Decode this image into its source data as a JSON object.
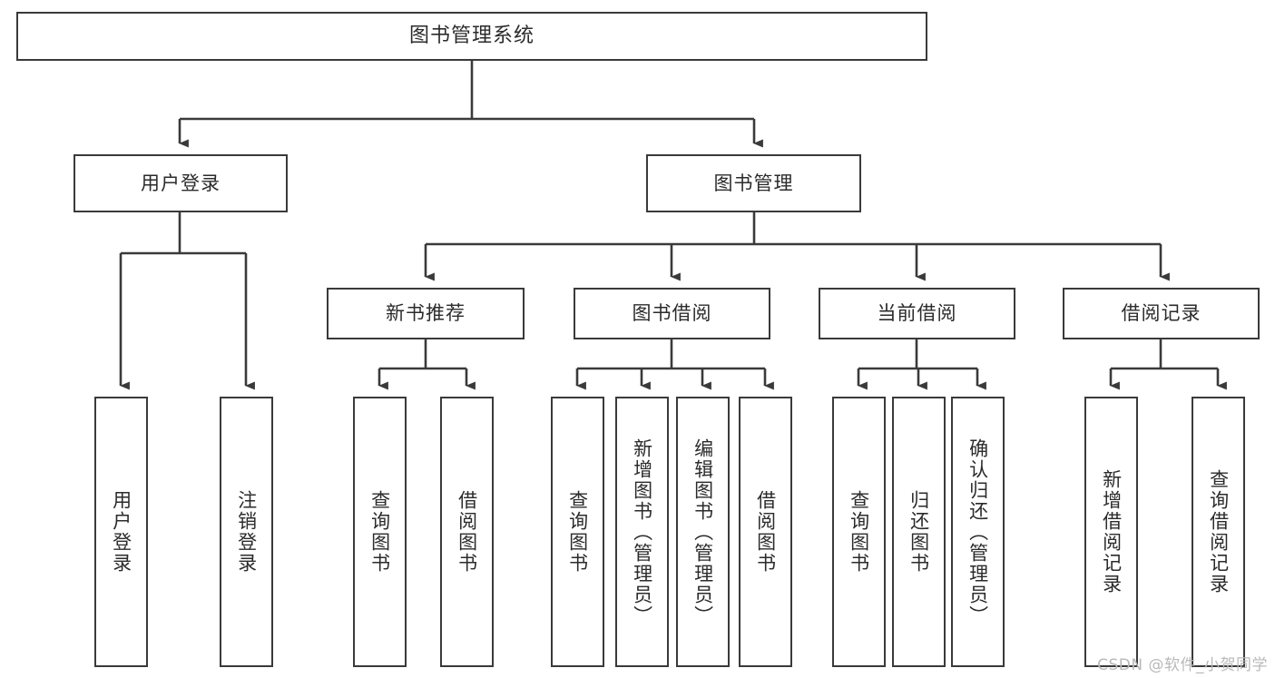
{
  "diagram": {
    "type": "tree",
    "title": "图书管理系统",
    "root": {
      "label": "图书管理系统"
    },
    "level2": [
      {
        "label": "用户登录"
      },
      {
        "label": "图书管理"
      }
    ],
    "level3": [
      {
        "label": "新书推荐"
      },
      {
        "label": "图书借阅"
      },
      {
        "label": "当前借阅"
      },
      {
        "label": "借阅记录"
      }
    ],
    "leaves": {
      "user_login": [
        {
          "label": "用户登录"
        },
        {
          "label": "注销登录"
        }
      ],
      "new_book_recommend": [
        {
          "label": "查询图书"
        },
        {
          "label": "借阅图书"
        }
      ],
      "book_borrow": [
        {
          "label": "查询图书"
        },
        {
          "label": "新增图书（管理员）"
        },
        {
          "label": "编辑图书（管理员）"
        },
        {
          "label": "借阅图书"
        }
      ],
      "current_borrow": [
        {
          "label": "查询图书"
        },
        {
          "label": "归还图书"
        },
        {
          "label": "确认归还（管理员）"
        }
      ],
      "borrow_record": [
        {
          "label": "新增借阅记录"
        },
        {
          "label": "查询借阅记录"
        }
      ]
    }
  },
  "watermark": {
    "text": "CSDN @软件_小贺同学"
  },
  "colors": {
    "box_border": "#3a3a3a",
    "box_fill": "#ffffff",
    "connector": "#3a3a3a",
    "text": "#2b2b2b",
    "watermark": "#b9b9b9",
    "background": "#ffffff"
  }
}
